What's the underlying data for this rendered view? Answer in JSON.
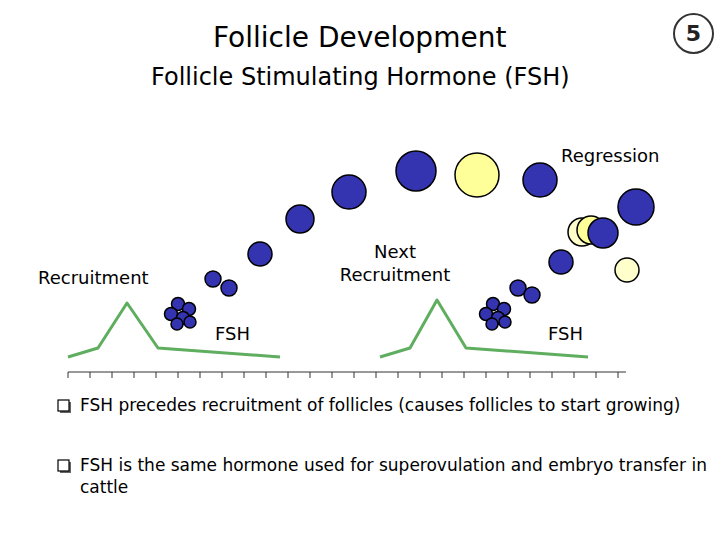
{
  "diagram": {
    "title": "Follicle Development",
    "nodes": [
      {
        "text": [
          "5"
        ]
      }
    ],
    "labels": [
      "Follicle Stimulating Hormone (FSH)",
      "Regression",
      "Next Recruitment",
      "Recruitment",
      "FSH",
      "FSH",
      "FSH precedes recruitment of follicles (causes follicles to start growing)",
      "FSH is the same hormone used for superovulation and embryo transfer in cattle"
    ]
  }
}
